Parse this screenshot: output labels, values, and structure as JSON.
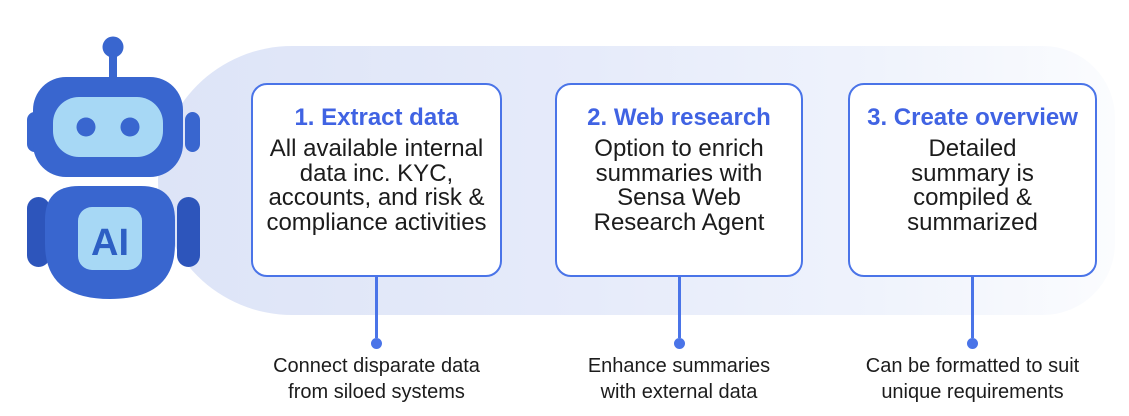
{
  "robot": {
    "label": "AI"
  },
  "steps": [
    {
      "title": "1. Extract data",
      "body": "All available internal\ndata inc. KYC,\naccounts, and risk &\ncompliance activities",
      "caption": "Connect disparate data\nfrom siloed systems"
    },
    {
      "title": "2. Web research",
      "body": "Option to enrich\nsummaries with\nSensa Web\nResearch Agent",
      "caption": "Enhance summaries\nwith external data"
    },
    {
      "title": "3. Create overview",
      "body": "Detailed\nsummary is\ncompiled &\nsummarized",
      "caption": "Can be formatted to suit\nunique requirements"
    }
  ],
  "colors": {
    "accent_blue": "#4a74e8",
    "title_blue": "#4063e3",
    "robot_blue": "#3966cf",
    "robot_dark_blue": "#2d55bb",
    "robot_light_blue": "#a7d8f5",
    "band_left": "#dde4f7",
    "band_mid": "#e6ebfa",
    "band_right": "#fbfcfe",
    "text_dark": "#1c1c1c"
  }
}
